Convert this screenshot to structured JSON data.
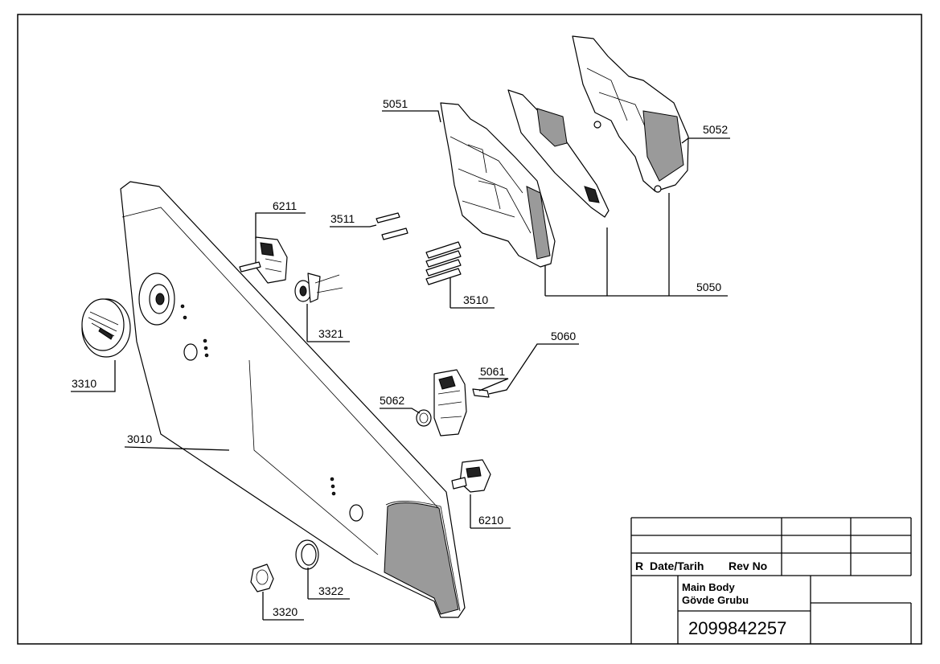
{
  "part_labels": {
    "p5051": "5051",
    "p5052": "5052",
    "p6211": "6211",
    "p3511": "3511",
    "p3510": "3510",
    "p5050": "5050",
    "p3321": "3321",
    "p3310": "3310",
    "p5060": "5060",
    "p5061": "5061",
    "p5062": "5062",
    "p3010": "3010",
    "p6210": "6210",
    "p3322": "3322",
    "p3320": "3320"
  },
  "title_block": {
    "rev_prefix": "R",
    "date_label": "Date/Tarih",
    "rev_no_label": "Rev No",
    "name_en": "Main Body",
    "name_tr": "Gövde Grubu",
    "part_number": "2099842257"
  }
}
